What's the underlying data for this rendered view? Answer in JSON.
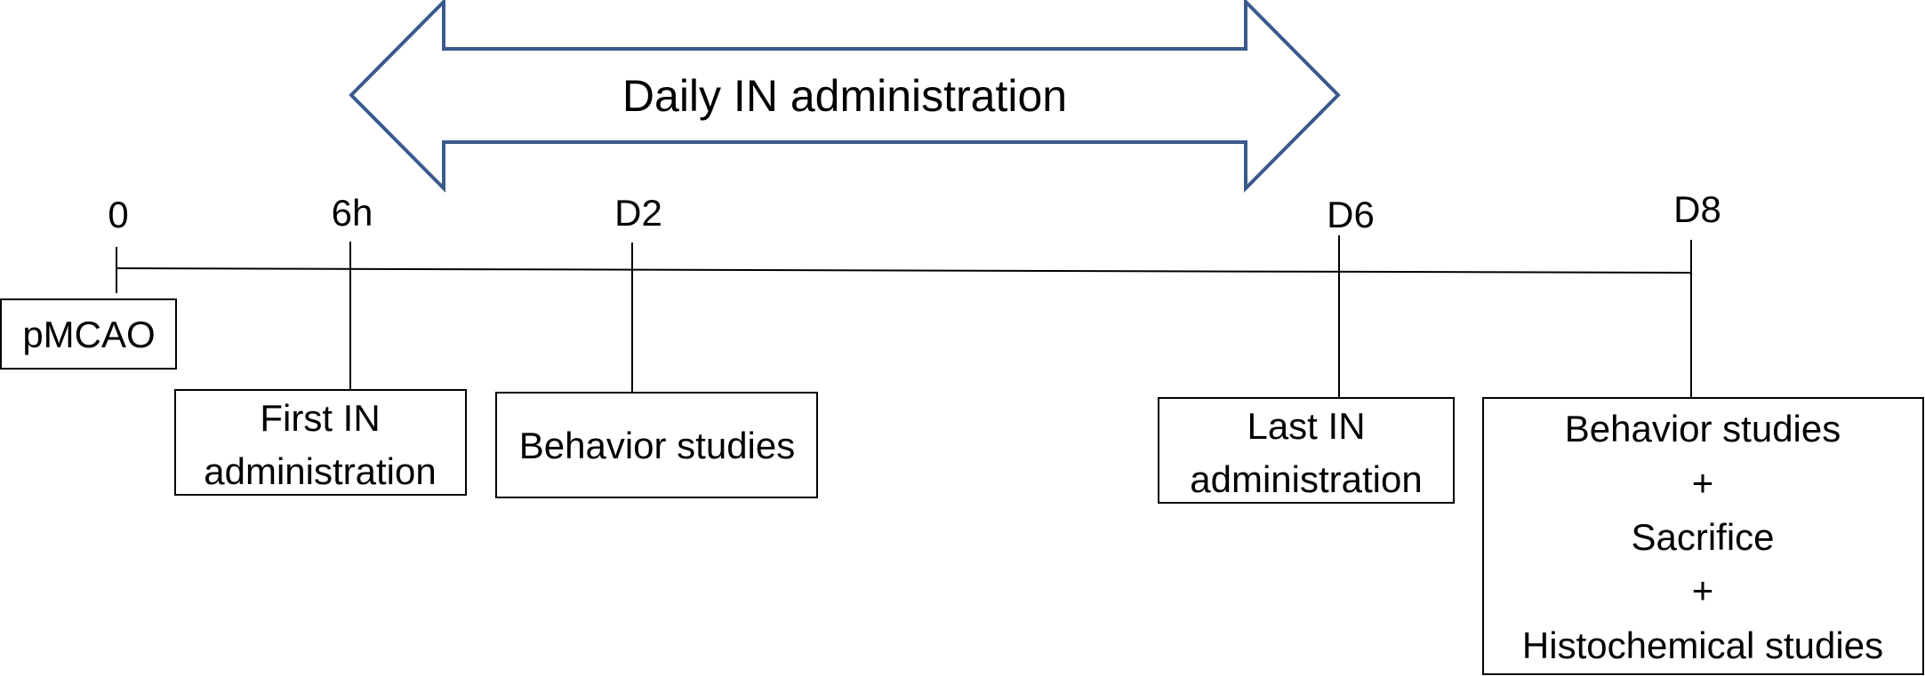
{
  "banner": {
    "label": "Daily IN administration",
    "stroke_color": "#3a5a8c"
  },
  "timeline": {
    "ticks": [
      "0",
      "6h",
      "D2",
      "D6",
      "D8"
    ]
  },
  "boxes": {
    "pmcao": {
      "lines": [
        "pMCAO"
      ]
    },
    "first_in": {
      "lines": [
        "First IN",
        "administration"
      ]
    },
    "behavior_d2": {
      "lines": [
        "Behavior studies"
      ]
    },
    "last_in": {
      "lines": [
        "Last IN",
        "administration"
      ]
    },
    "final": {
      "lines": [
        "Behavior studies",
        "+",
        "Sacrifice",
        "+",
        "Histochemical studies"
      ]
    }
  }
}
